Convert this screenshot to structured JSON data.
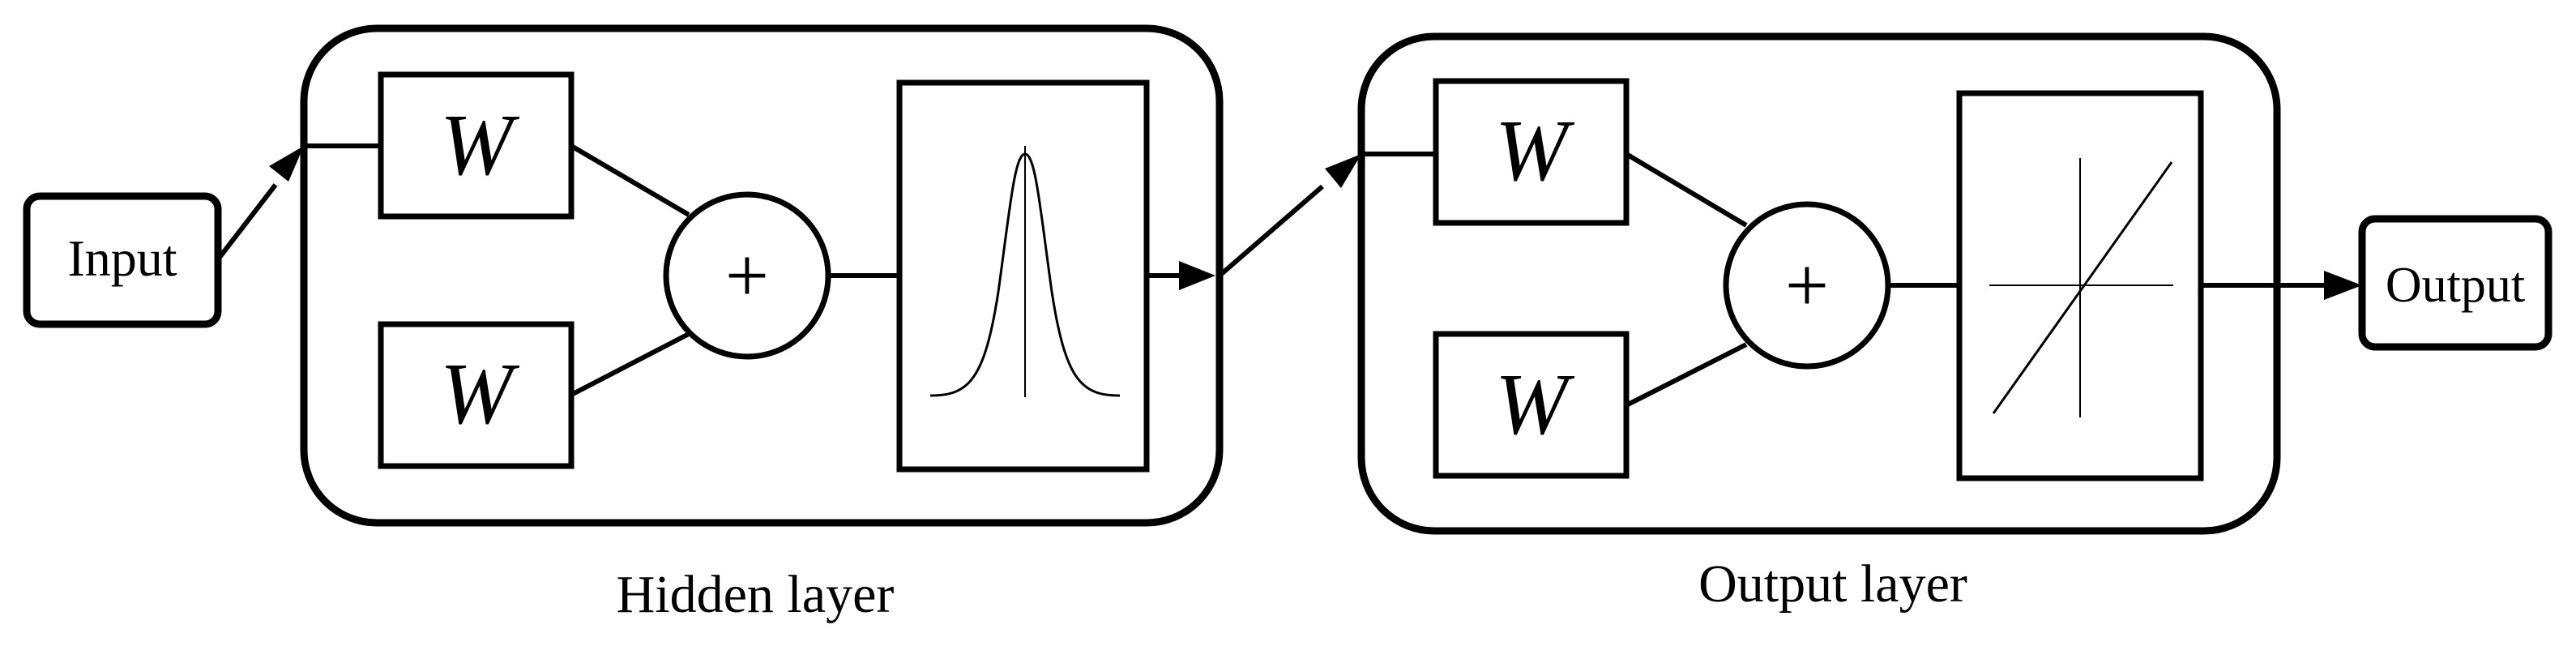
{
  "diagram": {
    "input_label": "Input",
    "output_label": "Output",
    "hidden_layer": {
      "caption": "Hidden layer",
      "weight_top": "W",
      "weight_bottom": "W",
      "sum_symbol": "+",
      "activation": "gaussian-activation-icon"
    },
    "output_layer": {
      "caption": "Output layer",
      "weight_top": "W",
      "weight_bottom": "W",
      "sum_symbol": "+",
      "activation": "linear-activation-icon"
    }
  }
}
